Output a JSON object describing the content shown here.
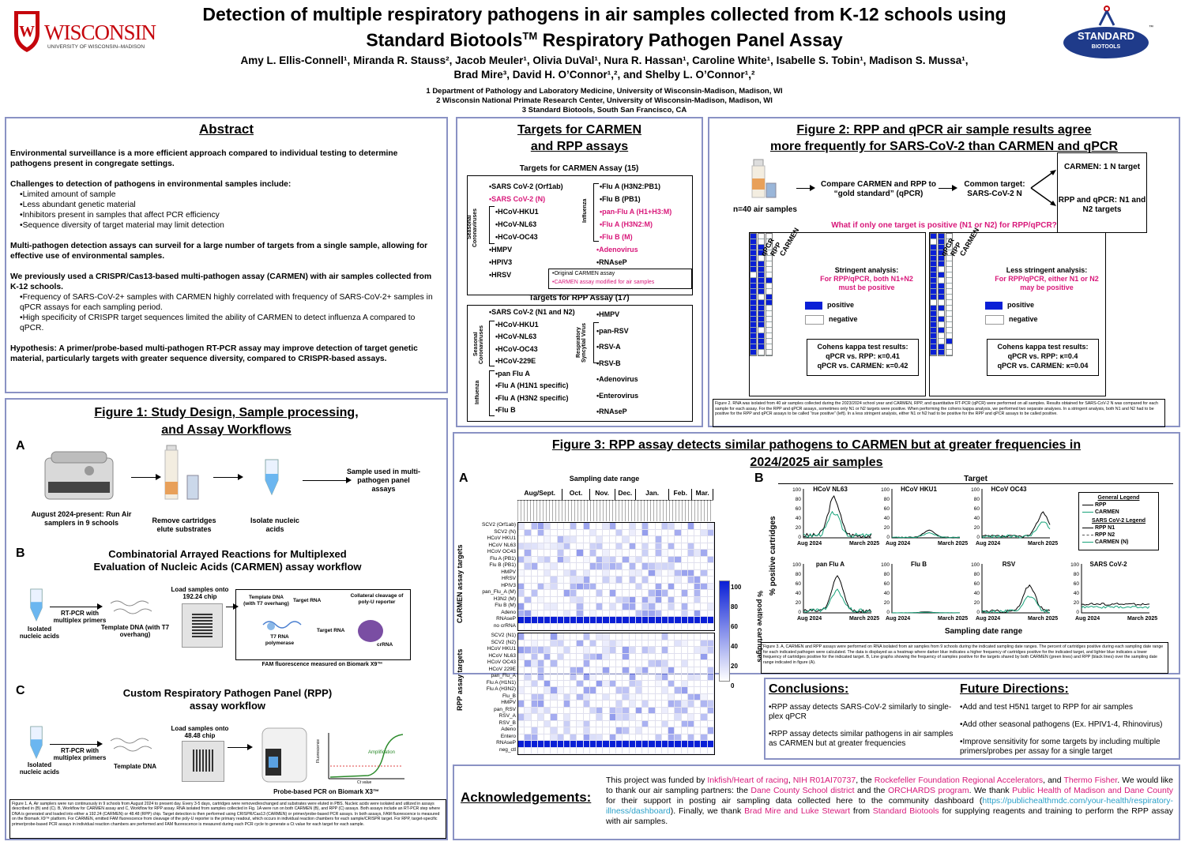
{
  "header": {
    "logo_left_text": "WISCONSIN",
    "logo_left_sub": "UNIVERSITY OF WISCONSIN–MADISON",
    "title_line1": "Detection of multiple respiratory pathogens in air samples collected from K-12 schools using",
    "title_line2_pre": "Standard Biotools",
    "title_line2_tm": "TM",
    "title_line2_post": " Respiratory Pathogen Panel Assay",
    "authors_line1": "Amy L. Ellis-Connell¹, Miranda R. Stauss², Jacob Meuler¹, Olivia DuVal¹, Nura R. Hassan¹, Caroline White¹, Isabelle S. Tobin¹, Madison S. Mussa¹,",
    "authors_line2": "Brad Mire³, David H. O’Connor¹,², and Shelby L. O’Connor¹,²",
    "affil1": "1 Department of Pathology and Laboratory Medicine, University of Wisconsin-Madison, Madison, WI",
    "affil2": "2 Wisconsin National Primate Research Center, University of Wisconsin-Madison, Madison, WI",
    "affil3": "3 Standard Biotools, South San Francisco, CA",
    "logo_right_text": "STANDARD",
    "logo_right_sub": "BIOTOOLS",
    "logo_right_tm": "™"
  },
  "abstract": {
    "title": "Abstract",
    "p1": "Environmental surveillance is a more efficient approach compared to individual testing to determine pathogens present in congregate settings.",
    "p2_head": "Challenges to detection of pathogens in environmental samples include:",
    "p2_items": [
      "•Limited amount of sample",
      "•Less abundant genetic material",
      "•Inhibitors present in samples that affect PCR efficiency",
      "•Sequence diversity of target material may limit detection"
    ],
    "p3": "Multi-pathogen detection assays can surveil for a large number of targets from a single sample, allowing for effective use of environmental samples.",
    "p4_head": "We previously used a CRISPR/Cas13-based multi-pathogen assay (CARMEN) with air samples collected from K-12 schools.",
    "p4_item1": "•Frequency of SARS-CoV-2+ samples with CARMEN highly correlated with frequency of SARS-CoV-2+ samples in qPCR assays for each sampling period.",
    "p4_item2": "•High specificity of CRISPR target sequences limited the ability of CARMEN to detect influenza A compared to qPCR.",
    "p5": "Hypothesis:  A primer/probe-based multi-pathogen RT-PCR assay may improve detection of target genetic material, particularly targets with greater sequence diversity, compared to CRISPR-based assays."
  },
  "targets": {
    "title1": "Targets for CARMEN",
    "title2": "and RPP assays",
    "carmen_head": "Targets for CARMEN Assay (15)",
    "carmen_left": [
      "•SARS CoV-2 (Orf1ab)",
      "•SARS CoV-2 (N)",
      "•HCoV-HKU1",
      "•HCoV-NL63",
      "•HCoV-OC43",
      "•HMPV",
      "•HPIV3",
      "•HRSV"
    ],
    "carmen_right": [
      "•Flu A (H3N2:PB1)",
      "•Flu B (PB1)",
      "•pan-Flu A (H1+H3:M)",
      "•Flu A (H3N2:M)",
      "•Flu B (M)",
      "•Adenovirus",
      "•RNAseP"
    ],
    "seasonal_lbl": "Seasonal Coronaviruses",
    "influenza_lbl": "Influenza",
    "legend_orig": "•Original CARMEN assay",
    "legend_mod": "•CARMEN assay modified for air samples",
    "rpp_head": "Targets for RPP Assay (17)",
    "rpp_left": [
      "•SARS CoV-2 (N1 and N2)",
      "•HCoV-HKU1",
      "•HCoV-NL63",
      "•HCoV-OC43",
      "•HCoV-229E",
      "•pan Flu A",
      "•Flu A (H1N1 specific)",
      "•Flu A (H3N2 specific)",
      "•Flu B"
    ],
    "rpp_right": [
      "•HMPV",
      "•pan-RSV",
      "•RSV-A",
      "•RSV-B",
      "•Adenovirus",
      "•Enterovirus",
      "•RNAseP"
    ],
    "rsv_lbl": "Respiratory Syncytial Virus"
  },
  "fig2": {
    "title1": "Figure 2: RPP and qPCR air sample results agree ",
    "title2": "more frequently for SARS-CoV-2 than CARMEN and qPCR",
    "n_label": "n=40 air samples",
    "compare": "Compare CARMEN and RPP to “gold standard” (qPCR)",
    "common": "Common target: SARS-CoV-2 N",
    "carmen_target": "CARMEN: 1 N target",
    "rpp_target": "RPP and qPCR: N1 and N2 targets",
    "question": "What if only one target is positive (N1 or N2) for RPP/qPCR?",
    "col_labels": [
      "qPCR",
      "RPP",
      "CARMEN"
    ],
    "stringent_title": "Stringent analysis:",
    "stringent_sub": "For RPP/qPCR, both N1+N2 must be positive",
    "less_title": "Less stringent analysis:",
    "less_sub": "For RPP/qPCR, either N1 or N2 may be positive",
    "positive": "positive",
    "negative": "negative",
    "kappa_title": "Cohens kappa test results:",
    "kappa_left_1": "qPCR vs. RPP: κ=0.41",
    "kappa_left_2": "qPCR vs. CARMEN: κ=0.42",
    "kappa_right_1": "qPCR vs. RPP: κ=0.4",
    "kappa_right_2": "qPCR vs. CARMEN: κ=0.04",
    "caption": "Figure 2. RNA was isolated from 40 air samples collected during the 2023/2024 school year and CARMEN, RPP, and quantitative RT-PCR (qPCR) were performed on all samples. Results obtained for SARS-CoV-2 N was compared for each sample for each assay. For the RPP and qPCR assays, sometimes only N1 or N2 targets were positive.  When performing the cohens kappa analysis, we performed two separate analyses. In a stringent analysis, both N1 and N2 had to be positive for the RPP and qPCR assays to be called “true positive” (left).  In a less stringent analysis, either N1 or N2 had to be positive for the RPP and qPCR assays to be called positive."
  },
  "fig1": {
    "title1": "Figure 1: Study Design, Sample processing, ",
    "title2": "and Assay Workflows",
    "A": "A",
    "B": "B",
    "C": "C",
    "a_step1": "August 2024-present: Run Air samplers in 9 schools",
    "a_step2": "Remove cartridges elute substrates",
    "a_step3": "Isolate nucleic acids",
    "a_step4": "Sample used in multi-pathogen panel assays",
    "b_title1": "Combinatorial Arrayed Reactions for Multiplexed",
    "b_title2": "Evaluation of Nucleic Acids (CARMEN) assay workflow",
    "b_isolated": "Isolated nucleic acids",
    "b_rtpcr": "RT-PCR with multiplex primers",
    "b_template": "Template DNA (with T7 overhang)",
    "b_load": "Load samples onto 192.24 chip",
    "b_tdna": "Template DNA (with T7 overhang)",
    "b_trna": "Target RNA",
    "b_t7": "T7 RNA polymerase",
    "b_trna2": "Target RNA",
    "b_coll": "Collateral cleavage of poly-U reporter",
    "b_cr": "crRNA",
    "b_fam": "FAM fluorescence measured on Biomark X9™",
    "c_title1": "Custom Respiratory Pathogen Panel (RPP)",
    "c_title2": "assay workflow",
    "c_isolated": "Isolated nucleic acids",
    "c_rtpcr": "RT-PCR with multiplex primers",
    "c_template": "Template DNA",
    "c_load": "Load samples onto 48.48 chip",
    "c_probe": "Probe-based PCR on Biomark X3™",
    "c_amp": "Amplification",
    "c_ylab": "Fluorescence",
    "c_xlab": "Ct value",
    "caption": "Figure 1. A, Air samplers were run continuously in 9 schools from August 2024 to present day.  Every 3-5 days, cartridges were removed/exchanged and substrates were eluted in PBS. Nucleic acids were isolated and utilized in assays described in (B) and (C). B, Workflow for CARMEN assay and C, Workflow for RPP assay.  RNA isolated from samples collected in Fig. 1A were run on both CARMEN (B), and RPP (C) assays.  Both assays include an RT-PCR step where DNA is generated and loaded into either a 192.24 (CARMEN) or 48.48 (RPP) chip. Target detection is then performed using CRISPR/Cas13 (CARMEN) or primer/probe-based PCR assays. In both assays, FAM fluorescence is measured on the Biomark X9™ platform. For CARMEN, emitted FAM fluorescence from cleavage of the poly-U reporter is the primary readout, which occurs in individual reaction chambers for each sample/CRISPR target. For RPP, target-specific primer/probe-based PCR assays in individual reaction chambers are performed and FAM fluorescence is measured during each PCR cycle to generate a Ct value for each target for each sample."
  },
  "fig3": {
    "title1": "Figure 3: RPP assay detects similar pathogens to CARMEN but at greater frequencies in",
    "title2": "2024/2025 air samples",
    "A": "A",
    "B": "B",
    "range_title": "Sampling date range",
    "months": [
      "Aug/Sept.",
      "Oct.",
      "Nov.",
      "Dec.",
      "Jan.",
      "Feb.",
      "Mar."
    ],
    "carmen_axis": "CARMEN assay targets",
    "rpp_axis": "RPP assay targets",
    "carmen_rows": [
      "SCV2 (Orf1ab)",
      "SCV2 (N)",
      "HCoV HKU1",
      "HCoV NL63",
      "HCoV OC43",
      "Flu A (PB1)",
      "Flu B (PB1)",
      "HMPV",
      "HRSV",
      "HPIV3",
      "pan_Flu_A (M)",
      "H3N2 (M)",
      "Flu B (M)",
      "Adeno",
      "RNAseP",
      "no crRNA"
    ],
    "rpp_rows": [
      "SCV2 (N1)",
      "SCV2 (N2)",
      "HCoV HKU1",
      "HCoV NL63",
      "HCoV OC43",
      "HCoV 229E",
      "pan_Flu_A",
      "Flu A (H1N1)",
      "Flu A (H3N2)",
      "Flu_B",
      "HMPV",
      "pan_RSV",
      "RSV_A",
      "RSV_B",
      "Adeno",
      "Entero",
      "RNAseP",
      "neg_ctl"
    ],
    "scale_ticks": [
      "100",
      "80",
      "60",
      "40",
      "20",
      "0"
    ],
    "scale_label": "% positive cartridges",
    "b_target": "Target",
    "b_ylabel": "% positive cartridges",
    "b_xlabel": "Sampling date range",
    "b_panels": [
      "HCoV NL63",
      "HCoV HKU1",
      "HCoV OC43",
      "pan Flu A",
      "Flu B",
      "RSV",
      "SARS CoV-2"
    ],
    "b_yticks": [
      "100",
      "80",
      "60",
      "40",
      "20",
      "0"
    ],
    "b_x_left": "Aug 2024",
    "b_x_right": "March 2025",
    "gen_legend": "General Legend",
    "gen_rpp": "RPP",
    "gen_carmen": "CARMEN",
    "sars_legend": "SARS CoV-2 Legend",
    "sars_n1": "RPP N1",
    "sars_n2": "RPP N2",
    "sars_carmen": "CARMEN (N)",
    "caption": "Figure 3. A, CARMEN and RPP assays were performed on RNA isolated from air samples from 9 schools during the indicated sampling date ranges. The percent of cartridges positive during each sampling date range for each indicated pathogen were calculated.  The data is displayed as a heatmap where darker blue indicates a higher frequency of cartridges positive for the indicated target, and lighter blue indicates a lower frequency of cartridges positive for the indicated target. B, Line graphs showing the frequency of samples positive for the targets shared by both CARMEN (green lines) and RPP (black lines) over the sampling date range indicated in figure (A)."
  },
  "conclusions": {
    "title": "Conclusions:",
    "items": [
      "•RPP assay detects SARS-CoV-2 similarly to single-plex qPCR",
      "•RPP assay detects similar pathogens in air samples as CARMEN but at greater frequencies"
    ]
  },
  "future": {
    "title": "Future Directions:",
    "items": [
      "•Add and test H5N1 target to RPP for air samples",
      "•Add other seasonal pathogens (Ex. HPIV1-4, Rhinovirus)",
      "•Improve sensitivity for some targets by including multiple primers/probes per assay for a single target"
    ]
  },
  "ack": {
    "title": "Acknowledgements:",
    "t1": "This project was funded by ",
    "l1": "Inkfish/Heart of racing",
    "t2": ", ",
    "l2": "NIH R01AI70737",
    "t3": ", the ",
    "l3": "Rockefeller Foundation Regional Accelerators",
    "t4": ", and ",
    "l4": "Thermo Fisher",
    "t5": ". We would like to thank our air sampling partners: the ",
    "l5": "Dane County School district",
    "t6": " and the ",
    "l6": "ORCHARDS program",
    "t7": ".  We thank ",
    "l7": "Public Health of Madison and Dane County",
    "t8": " for their support in posting air sampling data collected here to the community dashboard (",
    "l8": "https://publichealthmdc.com/your-health/respiratory-illness/dashboard",
    "t9": "). Finally, we thank ",
    "l9": "Brad Mire and Luke Stewart",
    "t10": " from ",
    "l10": "Standard Biotools",
    "t11": " for supplying reagents and training to perform the RPP assay with air samples."
  },
  "colors": {
    "border": "#8a92c4",
    "pink": "#d8187a",
    "blue": "#0a1fd6",
    "green": "#17a37a"
  }
}
